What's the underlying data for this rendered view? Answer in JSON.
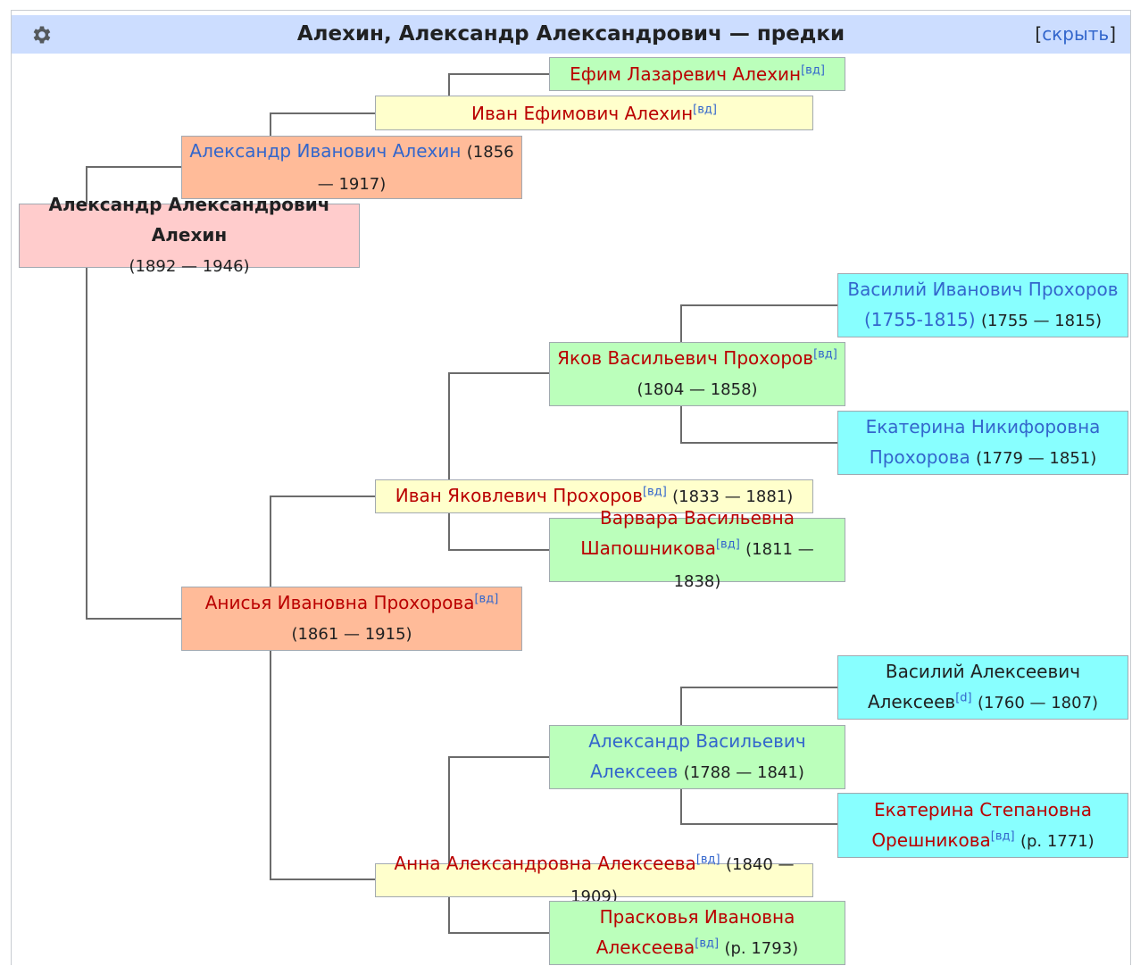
{
  "header": {
    "title": "Алехин, Александр Александрович — предки",
    "toggle_open": "[",
    "toggle_label": "скрыть",
    "toggle_close": "]",
    "gear_icon": "gear-icon"
  },
  "colors": {
    "pink": "#ffcccc",
    "orange": "#ffbb99",
    "yellow": "#ffffcc",
    "green": "#bbffbb",
    "cyan": "#88ffff",
    "header": "#ccddff",
    "line": "#666666"
  },
  "people": {
    "p1": {
      "name": "Александр Александрович Алехин",
      "years": "(1892 — 1946)"
    },
    "p2": {
      "name": "Александр Иванович Алехин",
      "years": "(1856 — 1917)"
    },
    "p3": {
      "name": "Анисья Ивановна Прохорова",
      "wd": "[вд]",
      "years": "(1861 — 1915)"
    },
    "p4": {
      "name": "Иван Ефимович Алехин",
      "wd": "[вд]"
    },
    "p6": {
      "name": "Иван Яковлевич Прохоров",
      "wd": "[вд]",
      "years": "(1833 — 1881)"
    },
    "p7": {
      "name": "Анна Александровна Алексеева",
      "wd": "[вд]",
      "years": "(1840 — 1909)"
    },
    "p8": {
      "name": "Ефим Лазаревич Алехин",
      "wd": "[вд]"
    },
    "p12": {
      "name": "Яков Васильевич Прохоров",
      "wd": "[вд]",
      "years": "(1804 — 1858)"
    },
    "p13": {
      "name": "Варвара Васильевна Шапошникова",
      "wd": "[вд]",
      "years": "(1811 — 1838)"
    },
    "p14": {
      "name": "Александр Васильевич Алексеев",
      "years": "(1788 — 1841)"
    },
    "p15": {
      "name": "Прасковья Ивановна Алексеева",
      "wd": "[вд]",
      "years": "(р. 1793)"
    },
    "p24": {
      "name": "Василий Иванович Прохоров (1755-1815)",
      "years": "(1755 — 1815)"
    },
    "p25": {
      "name": "Екатерина Никифоровна Прохорова",
      "years": "(1779 — 1851)"
    },
    "p28": {
      "name": "Василий Алексеевич Алексеев",
      "wd": "[d]",
      "years": "(1760 — 1807)"
    },
    "p29": {
      "name": "Екатерина Степановна Орешникова",
      "wd": "[вд]",
      "years": "(р. 1771)"
    }
  }
}
